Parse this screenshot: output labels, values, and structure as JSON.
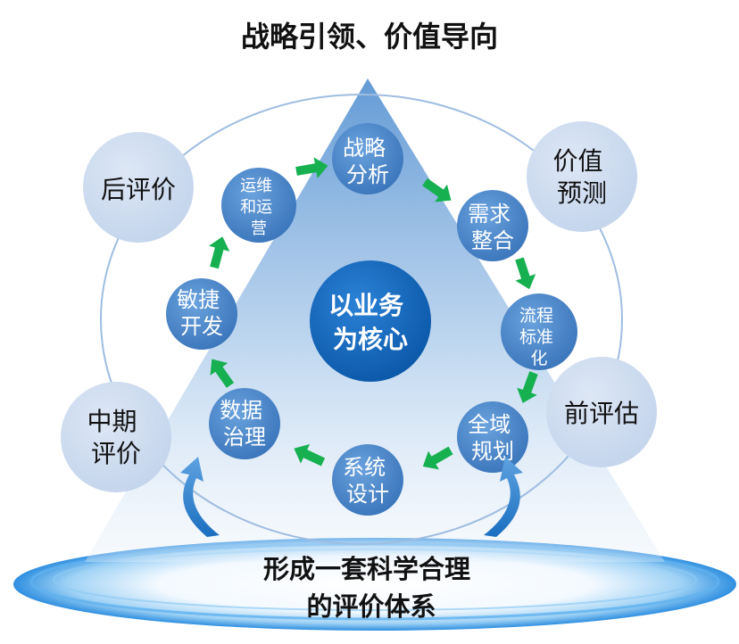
{
  "title": "战略引领、价值导向",
  "center": {
    "lines": [
      "以业务",
      "为核心"
    ]
  },
  "cycle": [
    {
      "id": "strategy-analysis",
      "lines": [
        "战略",
        "分析"
      ]
    },
    {
      "id": "requirement-integration",
      "lines": [
        "需求",
        "整合"
      ]
    },
    {
      "id": "process-standardization",
      "lines": [
        "流程",
        "标准",
        "化"
      ]
    },
    {
      "id": "global-planning",
      "lines": [
        "全域",
        "规划"
      ]
    },
    {
      "id": "system-design",
      "lines": [
        "系统",
        "设计"
      ]
    },
    {
      "id": "data-governance",
      "lines": [
        "数据",
        "治理"
      ]
    },
    {
      "id": "agile-development",
      "lines": [
        "敏捷",
        "开发"
      ]
    },
    {
      "id": "operations",
      "lines": [
        "运维",
        "和运",
        "营"
      ]
    }
  ],
  "evaluations": [
    {
      "id": "post-evaluation",
      "lines": [
        "后评价"
      ]
    },
    {
      "id": "value-prediction",
      "lines": [
        "价值",
        "预测"
      ]
    },
    {
      "id": "pre-evaluation",
      "lines": [
        "前评估"
      ]
    },
    {
      "id": "mid-evaluation",
      "lines": [
        "中期",
        "评价"
      ]
    }
  ],
  "footer": {
    "lines": [
      "形成一套科学合理",
      "的评价体系"
    ]
  },
  "colors": {
    "node_fill": "#4a86c8",
    "eval_fill": "#cfdcf0",
    "center_fill": "#1469c0",
    "arrow": "#16b050",
    "ring": "#9fbde0"
  }
}
